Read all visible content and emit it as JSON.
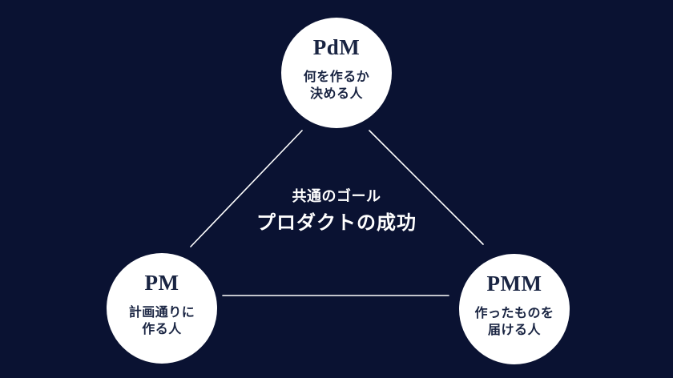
{
  "slide": {
    "background_color": "#0a1232",
    "line_color": "#ffffff",
    "node_fill": "#ffffff",
    "node_text_color": "#192442"
  },
  "nodes": [
    {
      "title": "PdM",
      "description": [
        "何を作るか",
        "決める人"
      ]
    },
    {
      "title": "PM",
      "description": [
        "計画通りに",
        "作る人"
      ]
    },
    {
      "title": "PMM",
      "description": [
        "作ったものを",
        "届ける人"
      ]
    }
  ],
  "center": {
    "label": "共通のゴール",
    "goal": "プロダクトの成功"
  }
}
